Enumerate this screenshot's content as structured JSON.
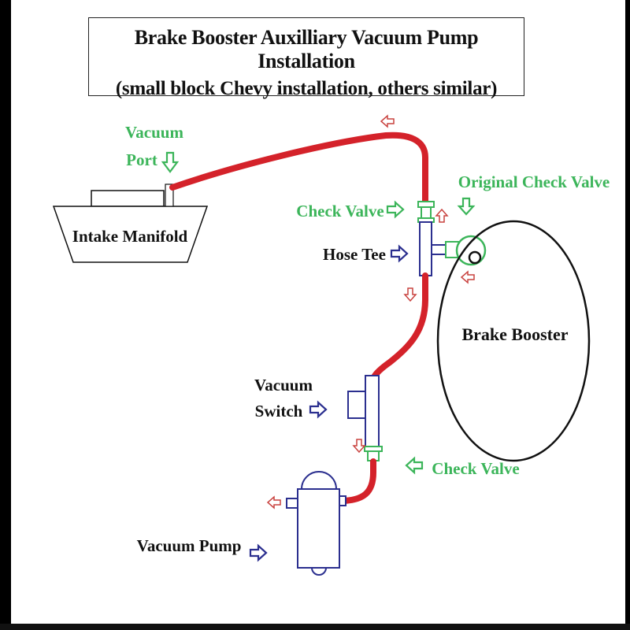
{
  "title": {
    "line1": "Brake Booster Auxilliary Vacuum Pump Installation",
    "line2": "(small block Chevy installation, others similar)"
  },
  "labels": {
    "vacuum_port_1": "Vacuum",
    "vacuum_port_2": "Port",
    "intake_manifold": "Intake Manifold",
    "check_valve_top": "Check Valve",
    "original_check_valve": "Original Check Valve",
    "hose_tee": "Hose Tee",
    "brake_booster": "Brake Booster",
    "vacuum_switch_1": "Vacuum",
    "vacuum_switch_2": "Switch",
    "check_valve_bottom": "Check Valve",
    "vacuum_pump": "Vacuum Pump"
  },
  "colors": {
    "hose": "#d4222a",
    "label_green": "#3cb55a",
    "part_outline": "#2b2f8f",
    "check_valve": "#3cb55a"
  },
  "icons": [
    "flow-arrow-icon",
    "pointer-arrow-icon"
  ]
}
